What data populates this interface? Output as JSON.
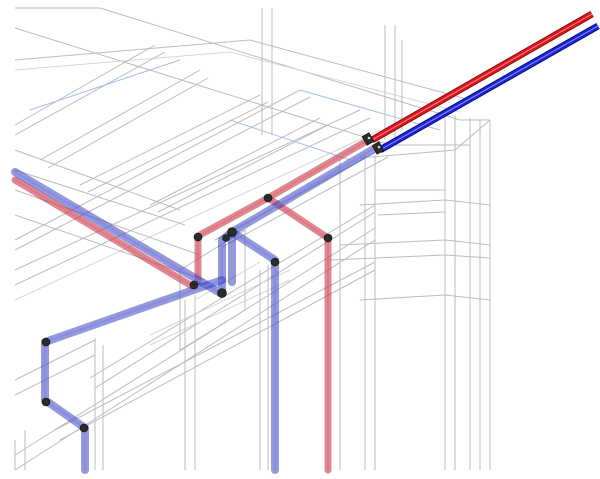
{
  "scene": {
    "background": "#ffffff",
    "colors": {
      "hot_pipe": "#e0141c",
      "hot_pipe_ghost": "#c0283a",
      "cold_pipe": "#1c23d8",
      "cold_pipe_ghost": "#2b34b8",
      "frame": "#b9bcc2",
      "frame_light": "#d3d6db",
      "fitting": "#2b2b2b"
    },
    "pipes": [
      {
        "name": "hot-supply-pipe",
        "system": "hot"
      },
      {
        "name": "cold-supply-pipe",
        "system": "cold"
      },
      {
        "name": "hot-branch-pipe",
        "system": "hot"
      },
      {
        "name": "cold-branch-pipe",
        "system": "cold"
      }
    ]
  }
}
